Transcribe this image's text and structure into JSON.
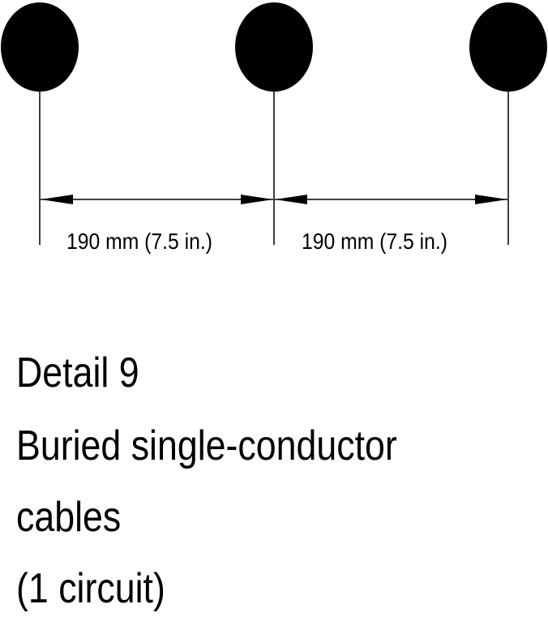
{
  "diagram": {
    "dimension_labels": [
      "190 mm (7.5 in.)",
      "190 mm (7.5 in.)"
    ]
  },
  "caption": {
    "line1": "Detail 9",
    "line2": "Buried single-conductor",
    "line3": "cables",
    "line4": "(1 circuit)"
  },
  "colors": {
    "ink": "#000000",
    "background": "#ffffff"
  }
}
